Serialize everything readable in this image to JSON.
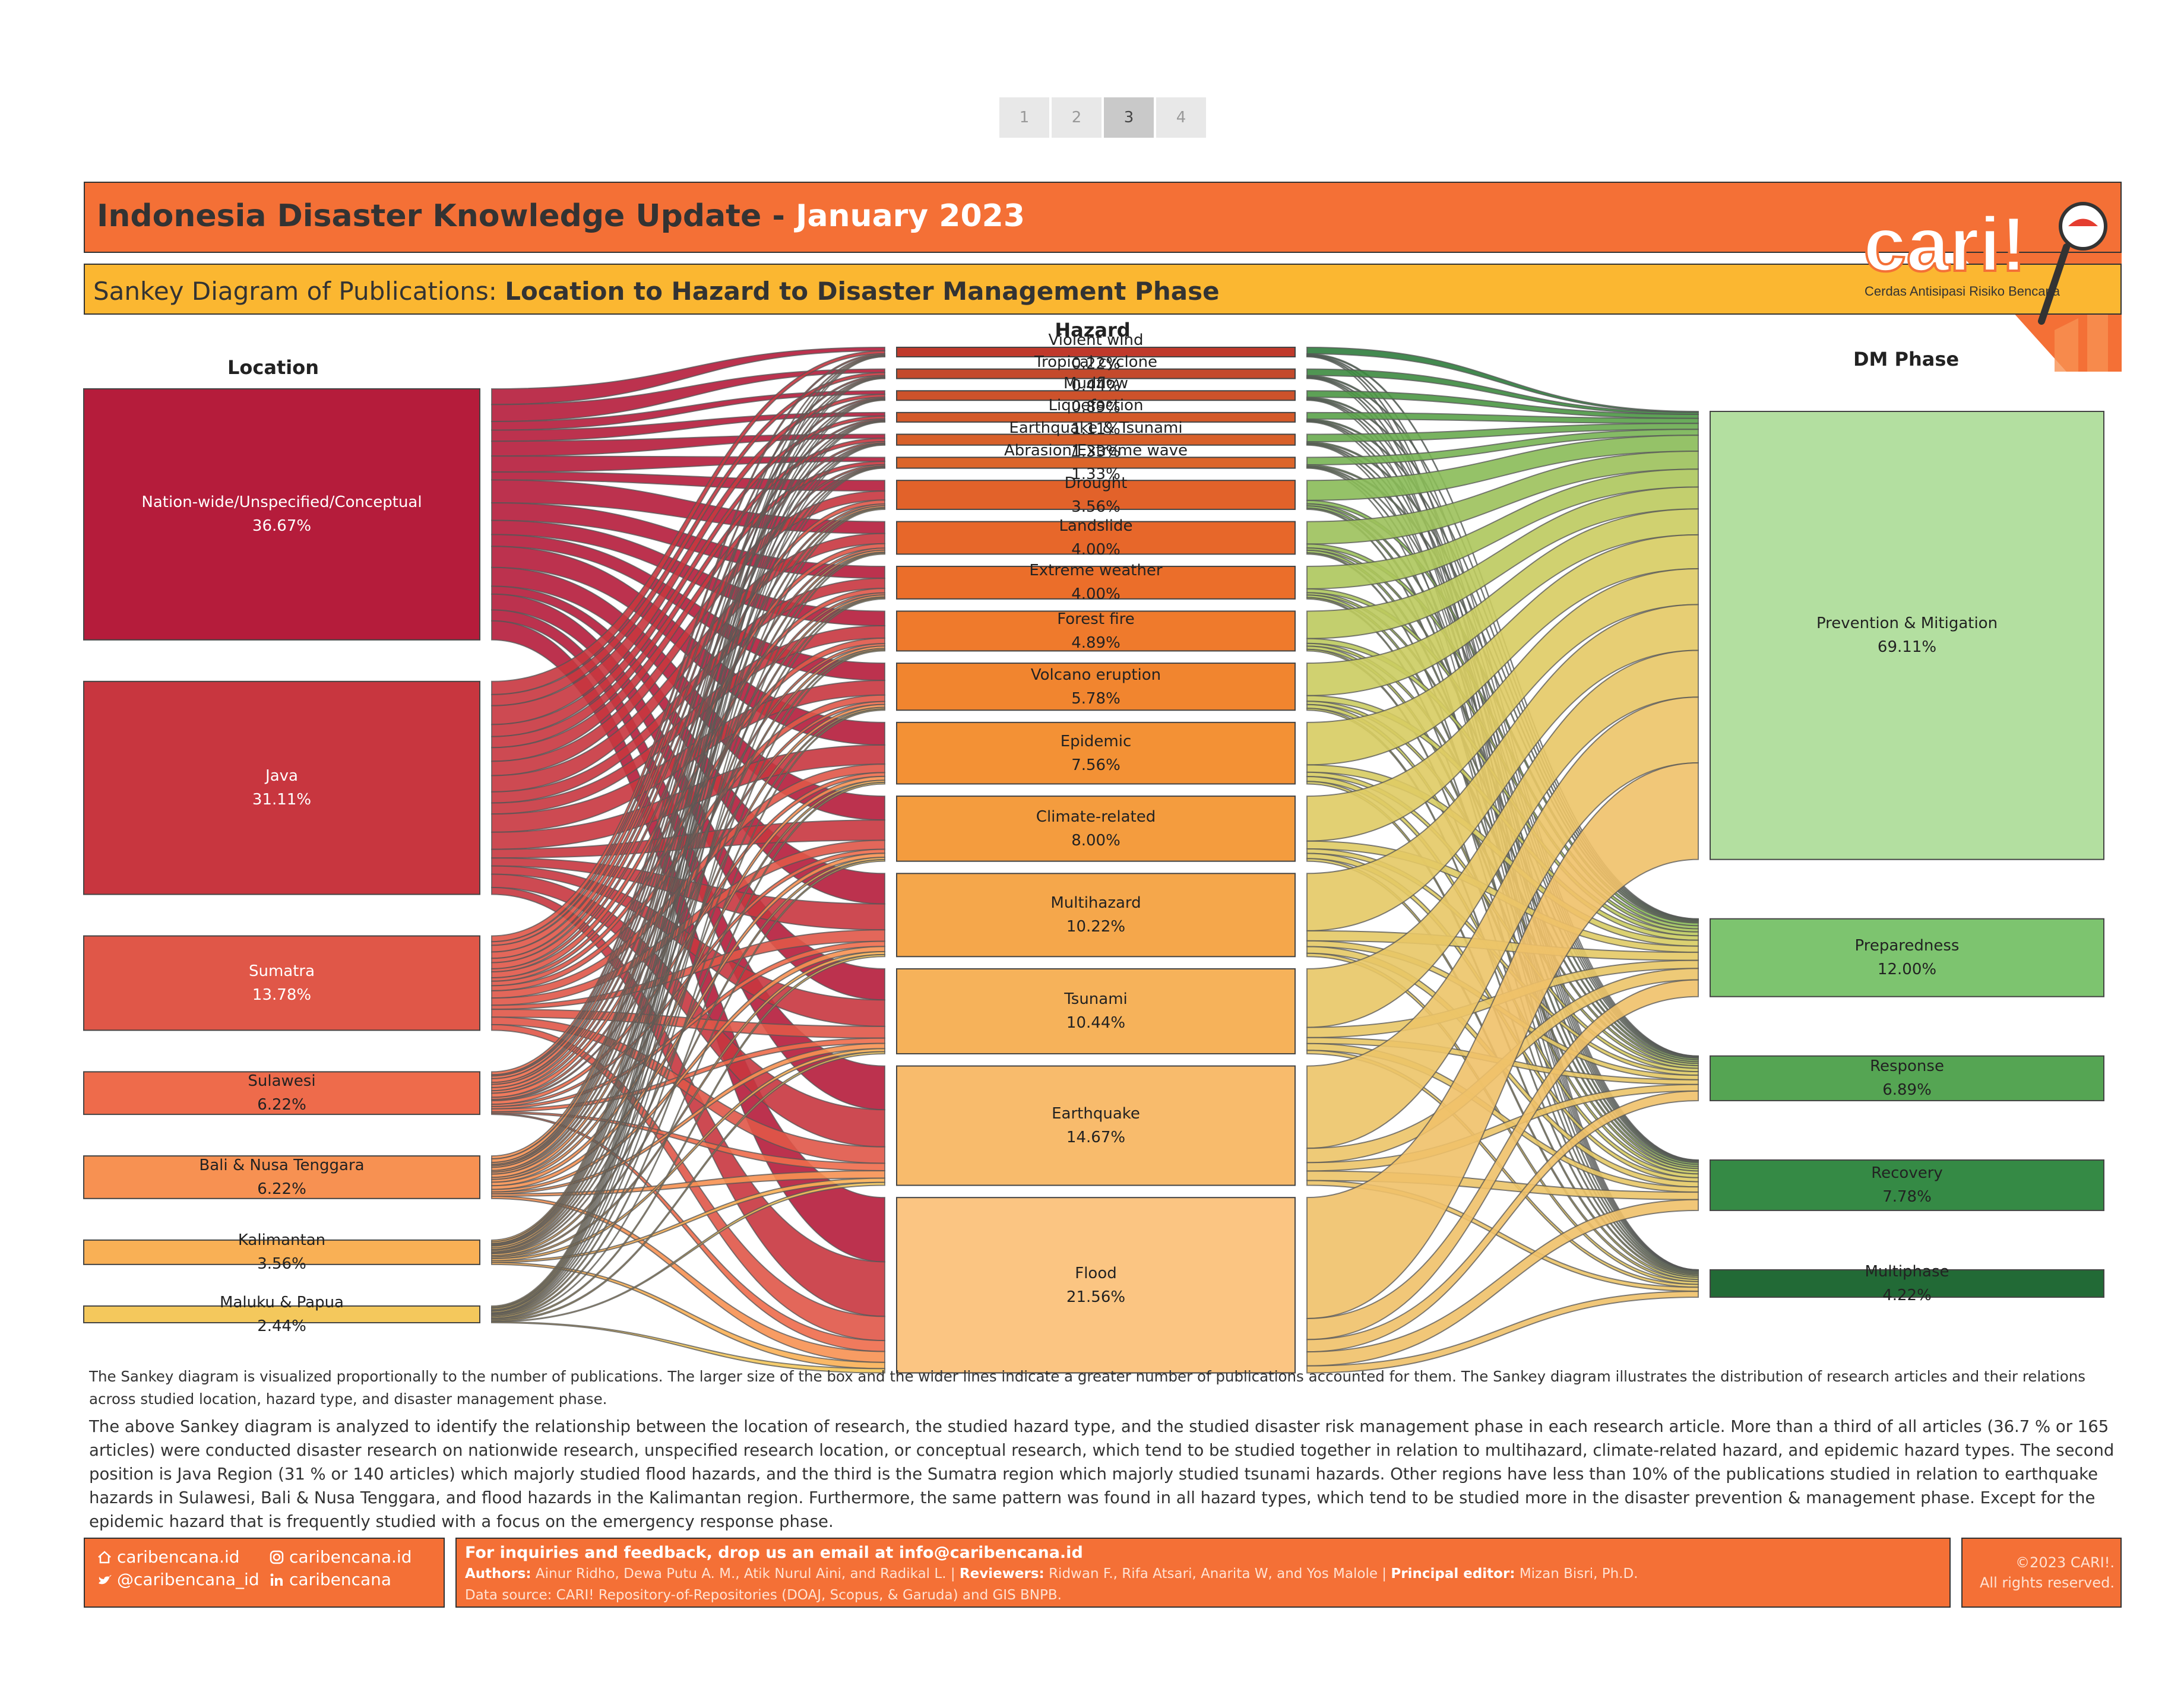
{
  "pager": [
    "1",
    "2",
    "3",
    "4"
  ],
  "pager_active": 2,
  "header": {
    "title": "Indonesia Disaster Knowledge Update - ",
    "date": "January 2023"
  },
  "subheader": {
    "prefix": "Sankey Diagram of Publications: ",
    "title": "Location to Hazard to Disaster Management Phase"
  },
  "logo": {
    "name": "cari!",
    "tagline": "Cerdas Antisipasi Risiko Bencana"
  },
  "columns": {
    "location": "Location",
    "hazard": "Hazard",
    "phase": "DM Phase"
  },
  "chart_data": {
    "type": "sankey",
    "locations": [
      {
        "name": "Nation-wide/Unspecified/Conceptual",
        "pct": "36.67%",
        "value": 36.67,
        "color": "#b51c3b"
      },
      {
        "name": "Java",
        "pct": "31.11%",
        "value": 31.11,
        "color": "#c8363f"
      },
      {
        "name": "Sumatra",
        "pct": "13.78%",
        "value": 13.78,
        "color": "#e05748"
      },
      {
        "name": "Sulawesi",
        "pct": "6.22%",
        "value": 6.22,
        "color": "#ee6b4b"
      },
      {
        "name": "Bali & Nusa Tenggara",
        "pct": "6.22%",
        "value": 6.22,
        "color": "#f79152"
      },
      {
        "name": "Kalimantan",
        "pct": "3.56%",
        "value": 3.56,
        "color": "#f9b055"
      },
      {
        "name": "Maluku & Papua",
        "pct": "2.44%",
        "value": 2.44,
        "color": "#f4c85c"
      }
    ],
    "hazards": [
      {
        "name": "Violent wind",
        "pct": "0.22%",
        "value": 0.22,
        "color": "#c0392b"
      },
      {
        "name": "Tropical cyclone",
        "pct": "0.44%",
        "value": 0.44,
        "color": "#c44a2c"
      },
      {
        "name": "Mudflow",
        "pct": "0.89%",
        "value": 0.89,
        "color": "#cd522b"
      },
      {
        "name": "Liquefaction",
        "pct": "1.11%",
        "value": 1.11,
        "color": "#d45a2a"
      },
      {
        "name": "Earthquake & Tsunami",
        "pct": "1.33%",
        "value": 1.33,
        "color": "#d8602a"
      },
      {
        "name": "Abrasion/Extreme wave",
        "pct": "1.33%",
        "value": 1.33,
        "color": "#dc652a"
      },
      {
        "name": "Drought",
        "pct": "3.56%",
        "value": 3.56,
        "color": "#e2622a"
      },
      {
        "name": "Landslide",
        "pct": "4.00%",
        "value": 4.0,
        "color": "#e7672a"
      },
      {
        "name": "Extreme weather",
        "pct": "4.00%",
        "value": 4.0,
        "color": "#eb6e2a"
      },
      {
        "name": "Forest fire",
        "pct": "4.89%",
        "value": 4.89,
        "color": "#ef7a2c"
      },
      {
        "name": "Volcano eruption",
        "pct": "5.78%",
        "value": 5.78,
        "color": "#f1852f"
      },
      {
        "name": "Epidemic",
        "pct": "7.56%",
        "value": 7.56,
        "color": "#f39135"
      },
      {
        "name": "Climate-related",
        "pct": "8.00%",
        "value": 8.0,
        "color": "#f49c3e"
      },
      {
        "name": "Multihazard",
        "pct": "10.22%",
        "value": 10.22,
        "color": "#f5a74b"
      },
      {
        "name": "Tsunami",
        "pct": "10.44%",
        "value": 10.44,
        "color": "#f6b25a"
      },
      {
        "name": "Earthquake",
        "pct": "14.67%",
        "value": 14.67,
        "color": "#f8bb6c"
      },
      {
        "name": "Flood",
        "pct": "21.56%",
        "value": 21.56,
        "color": "#fbc582"
      }
    ],
    "phases": [
      {
        "name": "Prevention & Mitigation",
        "pct": "69.11%",
        "value": 69.11,
        "color": "#b3dfa0"
      },
      {
        "name": "Preparedness",
        "pct": "12.00%",
        "value": 12.0,
        "color": "#7dc46f"
      },
      {
        "name": "Response",
        "pct": "6.89%",
        "value": 6.89,
        "color": "#55a553"
      },
      {
        "name": "Recovery",
        "pct": "7.78%",
        "value": 7.78,
        "color": "#358a45"
      },
      {
        "name": "Multiphase",
        "pct": "4.22%",
        "value": 4.22,
        "color": "#226a36"
      }
    ]
  },
  "caption": "The Sankey diagram is visualized proportionally to the number of publications. The larger size of the box and the wider lines indicate a greater number of publications accounted for them. The Sankey diagram illustrates the distribution of research articles and their relations across studied location, hazard type, and disaster management phase.",
  "body_text": "The above Sankey diagram is analyzed to identify the relationship between the location of research, the studied hazard type, and the studied disaster risk management phase in each research article. More than a third of all articles (36.7 % or 165 articles)  were conducted disaster research on nationwide research, unspecified research location, or conceptual research, which tend to be studied together in relation to multihazard, climate-related hazard, and epidemic hazard types. The second position is Java Region (31 % or 140 articles) which majorly studied flood hazards, and the third is the Sumatra region which majorly studied tsunami hazards. Other regions have less than 10% of the publications studied in relation to earthquake hazards in Sulawesi, Bali & Nusa Tenggara, and flood hazards in the Kalimantan region. Furthermore, the same pattern was found in all hazard types, which tend to be studied more in the disaster prevention & management phase. Except for the epidemic hazard that is frequently studied with a focus on the emergency response phase.",
  "footer": {
    "website": "caribencana.id",
    "twitter": "@caribencana_id",
    "instagram": "caribencana.id",
    "linkedin": "caribencana",
    "inquiry": "For inquiries and feedback, drop us an email at info@caribencana.id",
    "authors_label": "Authors:",
    "authors": " Ainur Ridho, Dewa Putu A. M., Atik Nurul Aini, and Radikal L. | ",
    "reviewers_label": "Reviewers:",
    "reviewers": " Ridwan F., Rifa Atsari, Anarita W, and Yos Malole | ",
    "editor_label": "Principal editor:",
    "editor": " Mizan Bisri, Ph.D.",
    "source": "Data source: CARI! Repository-of-Repositories (DOAJ, Scopus, & Garuda) and GIS BNPB.",
    "copyright": "©2023 CARI!.",
    "rights": "All rights reserved."
  }
}
